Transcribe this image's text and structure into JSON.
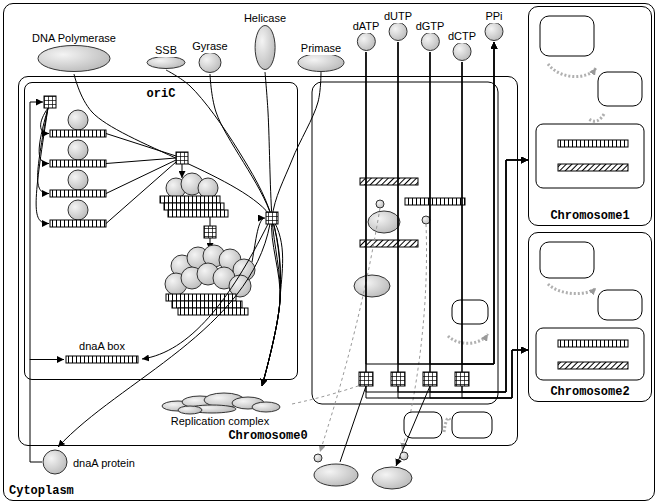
{
  "diagram": {
    "nodes": [
      {
        "text": [
          "Cytoplasm"
        ]
      },
      {
        "text": [
          "DNA Polymerase"
        ],
        "in": 0
      },
      {
        "text": [
          "SSB"
        ],
        "in": 0
      },
      {
        "text": [
          "Gyrase"
        ],
        "in": 0
      },
      {
        "text": [
          "Helicase"
        ],
        "in": 0
      },
      {
        "text": [
          "Primase"
        ],
        "in": 0
      },
      {
        "text": [
          "dATP"
        ],
        "in": 0
      },
      {
        "text": [
          "dUTP"
        ],
        "in": 0
      },
      {
        "text": [
          "dGTP"
        ],
        "in": 0
      },
      {
        "text": [
          "dCTP"
        ],
        "in": 0
      },
      {
        "text": [
          "PPi"
        ],
        "in": 0
      },
      {
        "text": [
          "Chromosome0"
        ],
        "in": 0
      },
      {
        "text": [
          "oriC"
        ],
        "in": 11
      },
      {
        "text": [
          "dnaA box"
        ],
        "in": 12
      },
      {
        "text": [
          "Replication complex"
        ],
        "in": 11
      },
      {
        "text": [
          "dnaA protein"
        ],
        "in": 0
      },
      {
        "text": [
          "Chromosome1"
        ],
        "in": 0
      },
      {
        "text": [
          "Chromosome2"
        ],
        "in": 0
      }
    ],
    "edges": [
      {
        "from": 1,
        "to": 14,
        "arrow": "to"
      },
      {
        "from": 2,
        "to": 14,
        "arrow": "to"
      },
      {
        "from": 3,
        "to": 14,
        "arrow": "to"
      },
      {
        "from": 4,
        "to": 14,
        "arrow": "to"
      },
      {
        "from": 5,
        "to": 14,
        "arrow": "to"
      },
      {
        "from": 15,
        "to": 13,
        "arrow": "to"
      },
      {
        "from": 6,
        "to": 16,
        "arrow": "to"
      },
      {
        "from": 7,
        "to": 16,
        "arrow": "to"
      },
      {
        "from": 8,
        "to": 16,
        "arrow": "to"
      },
      {
        "from": 9,
        "to": 16,
        "arrow": "to"
      },
      {
        "from": 6,
        "to": 17,
        "arrow": "to"
      },
      {
        "from": 7,
        "to": 17,
        "arrow": "to"
      },
      {
        "from": 8,
        "to": 17,
        "arrow": "to"
      },
      {
        "from": 9,
        "to": 17,
        "arrow": "to"
      },
      {
        "from": 6,
        "to": 10,
        "arrow": "to"
      },
      {
        "from": 7,
        "to": 10,
        "arrow": "to"
      },
      {
        "from": 8,
        "to": 10,
        "arrow": "to"
      },
      {
        "from": 9,
        "to": 10,
        "arrow": "to"
      }
    ]
  }
}
